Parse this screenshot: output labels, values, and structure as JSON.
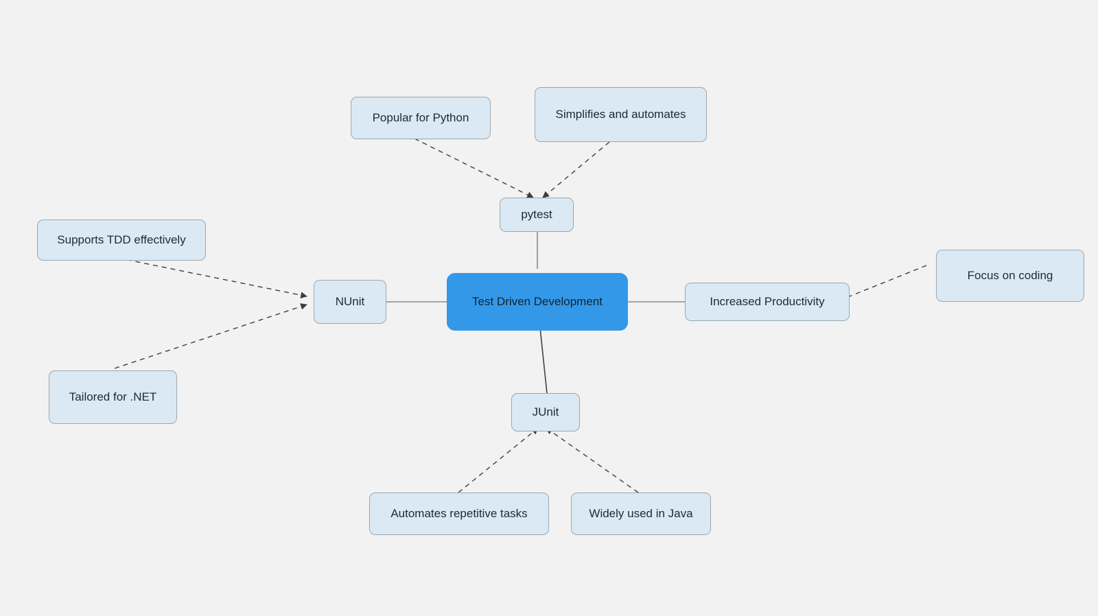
{
  "diagram": {
    "type": "mind-map",
    "background_color": "#f2f2f2",
    "root_color": "#3498e8",
    "node_color": "#dbe9f4",
    "node_border_color": "#9aa7b0",
    "solid_edge_color": "#8a8a8a",
    "dashed_edge_color": "#3d3d3d",
    "root": {
      "label": "Test Driven Development"
    },
    "branches": [
      {
        "id": "pytest",
        "label": "pytest"
      },
      {
        "id": "nunit",
        "label": "NUnit"
      },
      {
        "id": "increased-productivity",
        "label": "Increased Productivity"
      },
      {
        "id": "junit",
        "label": "JUnit"
      }
    ],
    "leaves": [
      {
        "id": "popular-for-python",
        "label": "Popular for Python",
        "parent": "pytest"
      },
      {
        "id": "simplifies-and-automates",
        "label": "Simplifies and automates",
        "parent": "pytest"
      },
      {
        "id": "supports-tdd-effectively",
        "label": "Supports TDD effectively",
        "parent": "nunit"
      },
      {
        "id": "tailored-for-net",
        "label": "Tailored for .NET",
        "parent": "nunit"
      },
      {
        "id": "focus-on-coding",
        "label": "Focus on coding",
        "parent": "increased-productivity"
      },
      {
        "id": "automates-repetitive-tasks",
        "label": "Automates repetitive tasks",
        "parent": "junit"
      },
      {
        "id": "widely-used-in-java",
        "label": "Widely used in Java",
        "parent": "junit"
      }
    ]
  }
}
